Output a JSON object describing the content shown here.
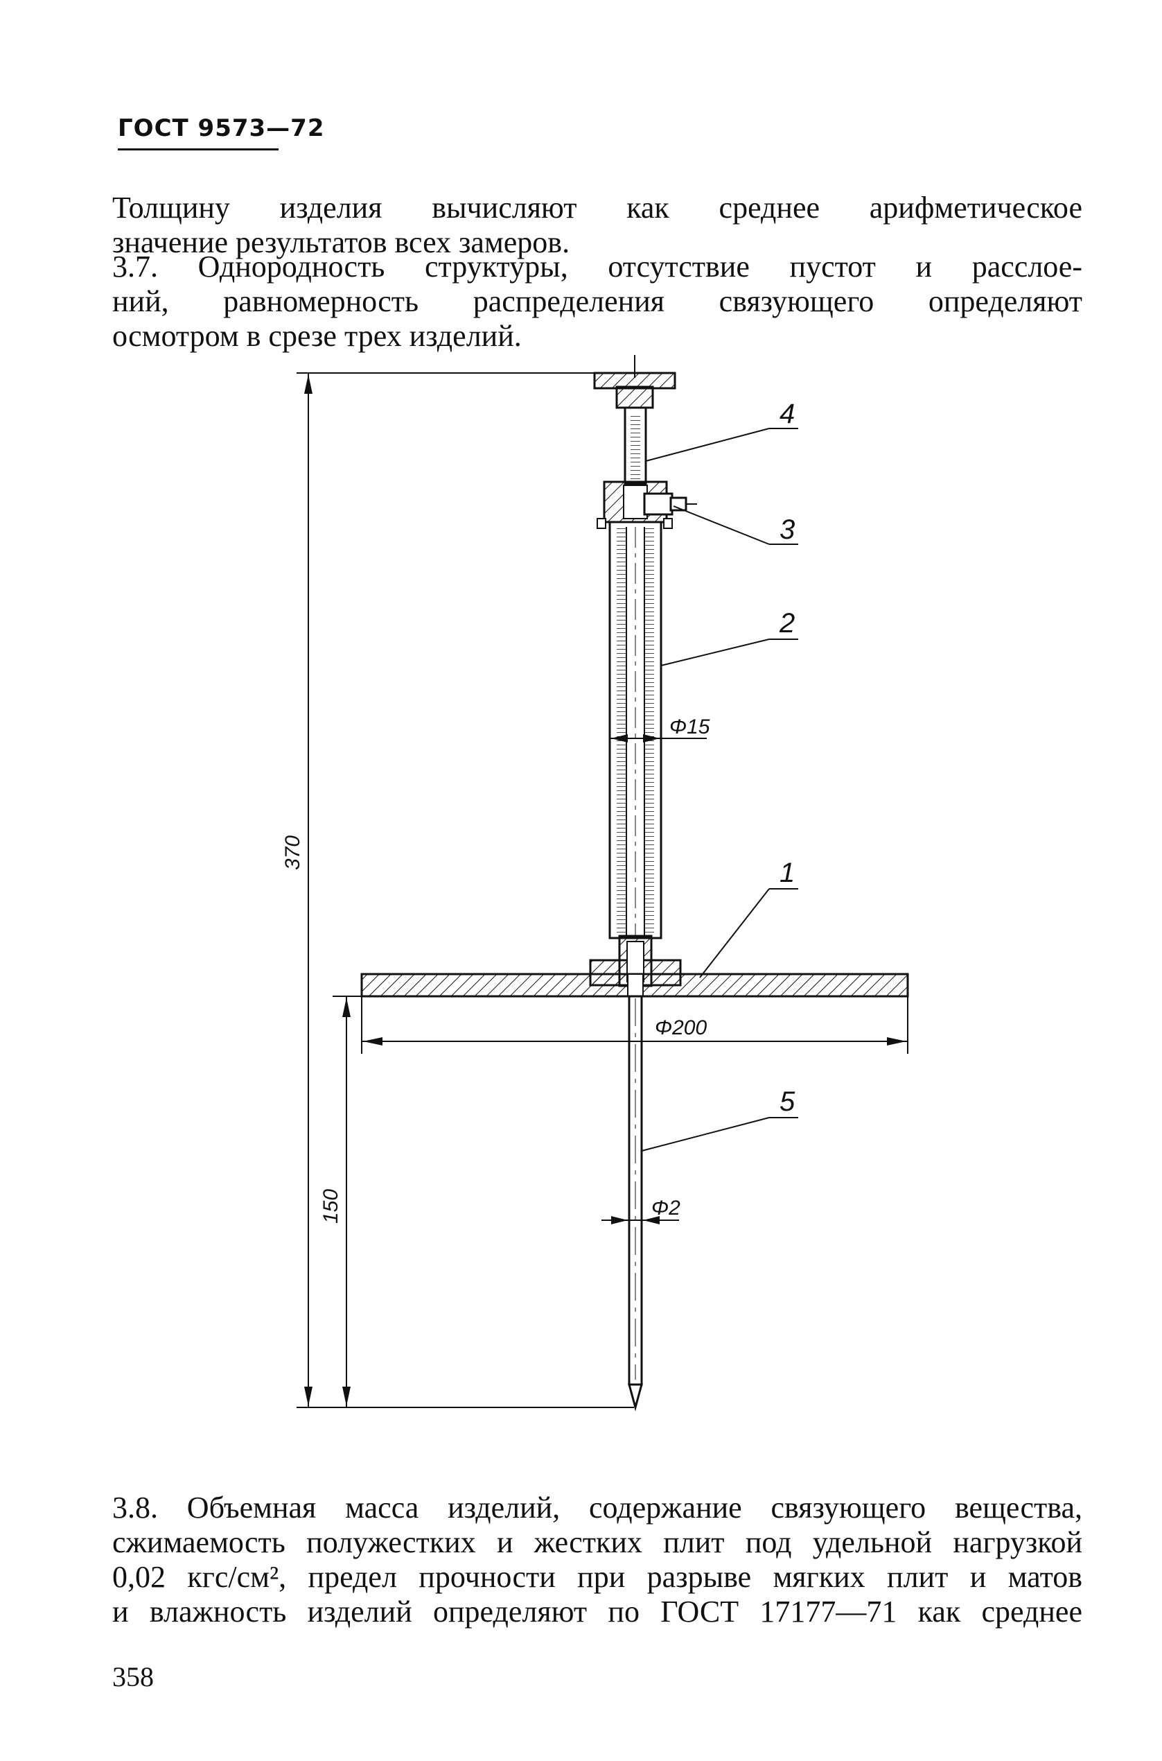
{
  "header": {
    "standard": "ГОСТ 9573—72"
  },
  "paragraph_1": {
    "lines": [
      "Толщину изделия вычисляют как среднее арифметическое",
      "значение результатов всех замеров."
    ]
  },
  "paragraph_2": {
    "lines": [
      "3.7. Однородность структуры, отсутствие пустот и расслое-",
      "ний, равномерность распределения связующего определяют",
      "осмотром в срезе трех изделий."
    ]
  },
  "drawing": {
    "callouts": [
      "4",
      "3",
      "2",
      "1",
      "5"
    ],
    "dimensions": {
      "overall_height": "370",
      "probe_length": "150",
      "tube_diameter": "Φ15",
      "disk_diameter": "Φ200",
      "probe_diameter": "Φ2"
    }
  },
  "paragraph_3": {
    "lines": [
      "3.8. Объемная масса изделий, содержание связующего вещества,",
      "сжимаемость полужестких и жестких плит под удельной нагрузкой",
      "0,02 кгс/см², предел прочности при разрыве мягких плит и матов",
      "и влажность изделий определяют по ГОСТ 17177—71 как среднее"
    ]
  },
  "footer": {
    "page_number": "358"
  }
}
